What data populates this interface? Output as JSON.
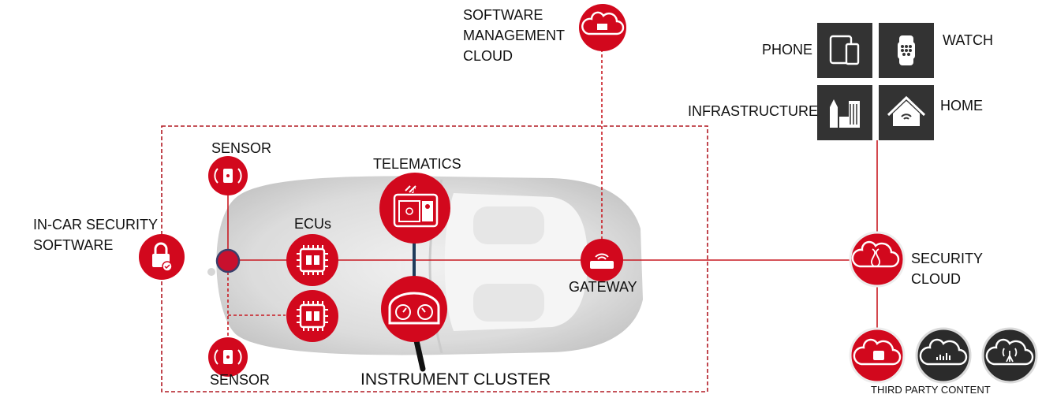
{
  "labels": {
    "software_management_cloud": "SOFTWARE\nMANAGEMENT\nCLOUD",
    "phone": "PHONE",
    "watch": "WATCH",
    "infrastructure": "INFRASTRUCTURE",
    "home": "HOME",
    "sensor_top": "SENSOR",
    "telematics": "TELEMATICS",
    "in_car_security_software": "IN-CAR SECURITY\nSOFTWARE",
    "ecus": "ECUs",
    "gateway": "GATEWAY",
    "security_cloud": "SECURITY\nCLOUD",
    "sensor_bottom": "SENSOR",
    "instrument_cluster": "INSTRUMENT CLUSTER",
    "third_party_content": "THIRD PARTY CONTENT"
  },
  "icons": {
    "software_cloud": "cloud-chip-icon",
    "phone": "phone-tablet-icon",
    "watch": "smartwatch-icon",
    "infrastructure": "city-buildings-icon",
    "home": "smart-home-icon",
    "sensor": "sensor-icon",
    "telematics": "telematics-display-icon",
    "lock": "lock-shield-icon",
    "ecu": "chip-icon",
    "gateway": "router-icon",
    "security_cloud": "cloud-dna-icon",
    "third_party_1": "cloud-phone-icon",
    "third_party_2": "cloud-chart-icon",
    "third_party_3": "cloud-antenna-icon"
  },
  "colors": {
    "accent_red": "#d2081d",
    "dark_tile": "#333333",
    "dark_circle": "#2b2b2b",
    "bus_line_blue": "#1f3b5a"
  }
}
